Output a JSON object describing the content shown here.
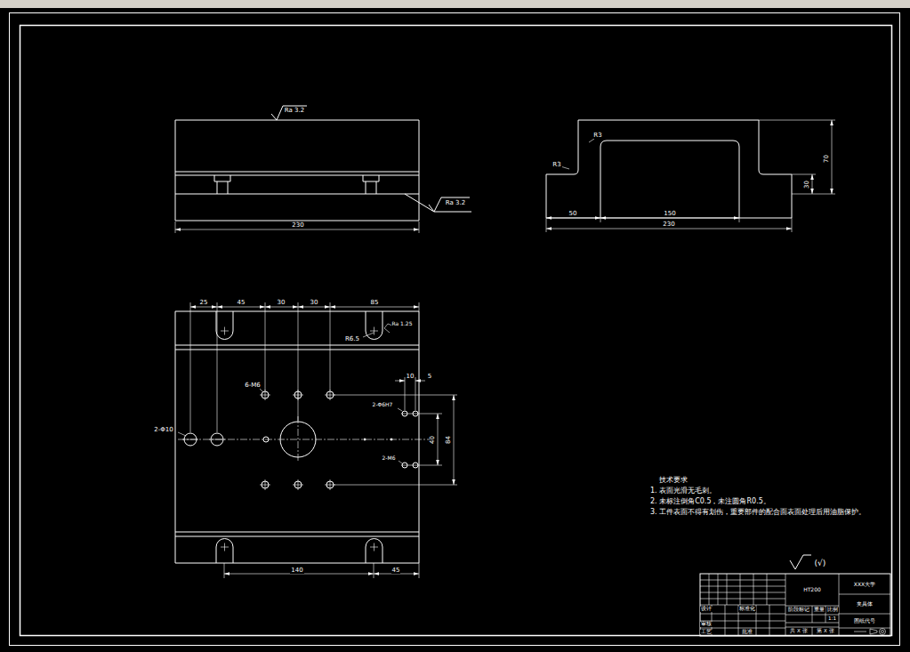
{
  "diagram": {
    "labels": [
      "Ra 3.2",
      "Ra 3.2",
      "230",
      "R3",
      "R3",
      "70",
      "30",
      "50",
      "150",
      "230",
      "25",
      "45",
      "30",
      "30",
      "85",
      "R6.5",
      "Ra 1.25",
      "6-M6",
      "10",
      "5",
      "2-Φ6H7",
      "2-Φ10",
      "40",
      "84",
      "2-M6",
      "140",
      "45",
      "技术要求",
      "1. 表面光滑无毛刺。",
      "2. 未标注倒角C0.5，未注圆角R0.5。",
      "3. 工件表面不得有划伤，重要部件的配合面表面处理后用油脂保护。",
      "(√)",
      "HT200",
      "XXX大学",
      "夹具体",
      "图纸代号",
      "设计",
      "标准化",
      "审核",
      "工艺",
      "批准",
      "阶段标记",
      "重量",
      "比例",
      "1:1",
      "共 X 张",
      "第 X 张"
    ]
  }
}
